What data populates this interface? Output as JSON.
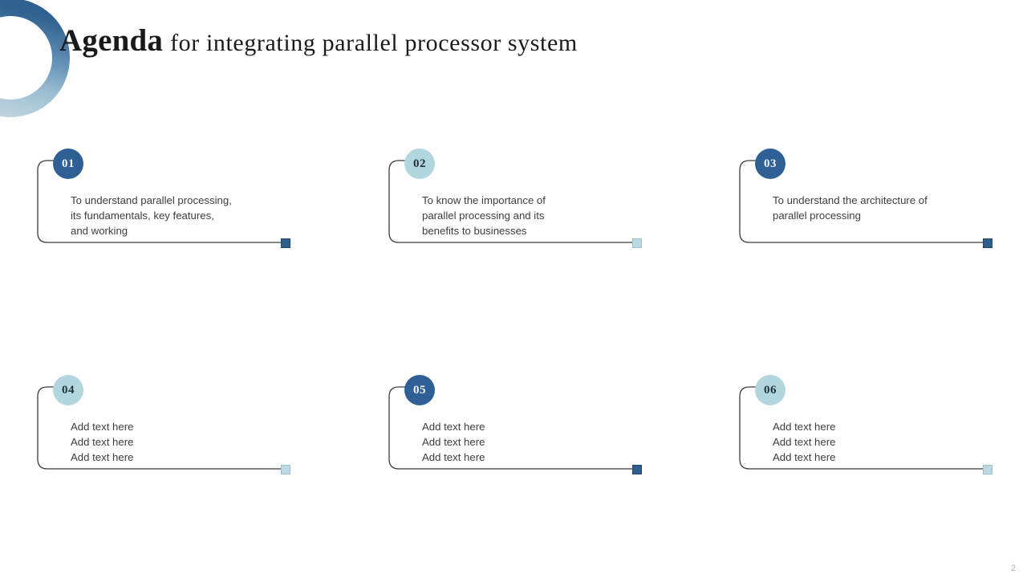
{
  "slide": {
    "title_strong": "Agenda",
    "title_rest": "for integrating parallel processor system",
    "page_number": "2"
  },
  "colors": {
    "accent_dark": "#2e6096",
    "accent_light": "#b2d6de",
    "ring_top": "#3f72a0",
    "ring_bottom": "#b3cbd9",
    "body_text": "#3d3d3d",
    "title_text": "#1a1a1a",
    "bracket_line": "#3c3c3c",
    "page_number": "#b4b4b4"
  },
  "decor": {
    "ring_name": "gradient-ring"
  },
  "cards": [
    {
      "number": "01",
      "tone": "dark",
      "lines": [
        "To understand  parallel processing,",
        "its fundamentals,  key features,",
        "and working"
      ]
    },
    {
      "number": "02",
      "tone": "light",
      "lines": [
        "To know the importance of",
        "parallel processing and its",
        "benefits to businesses"
      ]
    },
    {
      "number": "03",
      "tone": "dark",
      "lines": [
        "To understand  the architecture  of",
        "parallel processing"
      ]
    },
    {
      "number": "04",
      "tone": "light",
      "lines": [
        "Add text here",
        "Add text here",
        "Add text here"
      ]
    },
    {
      "number": "05",
      "tone": "dark",
      "lines": [
        "Add text here",
        "Add text here",
        "Add text here"
      ]
    },
    {
      "number": "06",
      "tone": "light",
      "lines": [
        "Add text here",
        "Add text here",
        "Add text here"
      ]
    }
  ]
}
